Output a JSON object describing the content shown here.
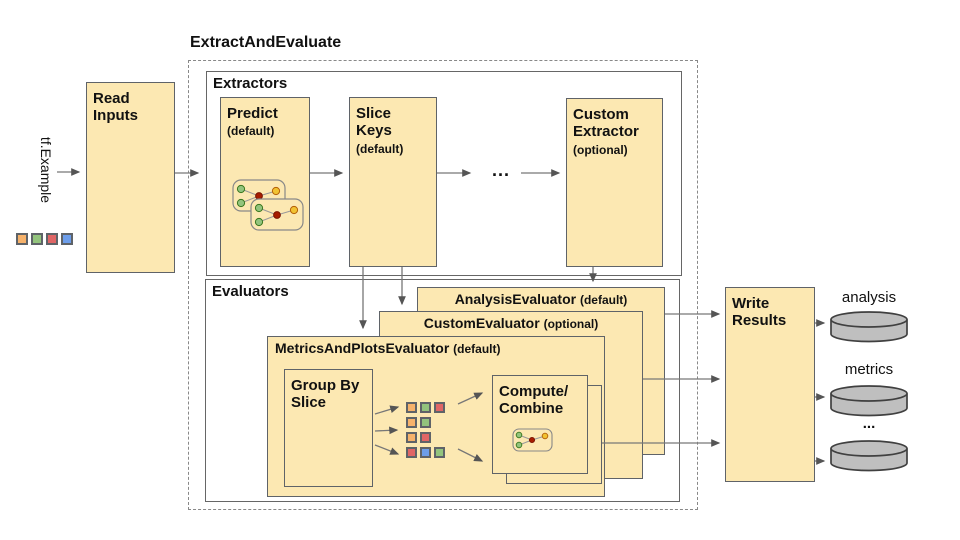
{
  "diagram": {
    "title": "ExtractAndEvaluate",
    "input_label": "tf.Example",
    "read_inputs_label": "Read Inputs",
    "extractors": {
      "section_label": "Extractors",
      "predict_title": "Predict",
      "predict_sub": "(default)",
      "slice_keys_title": "Slice Keys",
      "slice_keys_sub": "(default)",
      "ellipsis": "...",
      "custom_title": "Custom Extractor",
      "custom_sub": "(optional)"
    },
    "evaluators": {
      "section_label": "Evaluators",
      "analysis_title": "AnalysisEvaluator",
      "analysis_sub": "(default)",
      "custom_title": "CustomEvaluator",
      "custom_sub": "(optional)",
      "metrics_title": "MetricsAndPlotsEvaluator",
      "metrics_sub": "(default)",
      "group_by_slice_label": "Group By Slice",
      "compute_line1": "Compute/",
      "compute_line2": "Combine"
    },
    "write_results_label": "Write Results",
    "outputs": {
      "analysis": "analysis",
      "metrics": "metrics",
      "more": "..."
    },
    "colors": {
      "box_fill": "#FCE8B2",
      "box_border": "#5f6368",
      "square_orange": "#F6B26B",
      "square_green": "#93C47D",
      "square_red": "#E06666",
      "square_blue": "#6D9EEB",
      "node_green": "#93C47D",
      "node_red": "#A61C00",
      "node_orange": "#F1C232",
      "cylinder_fill": "#BFBFBF",
      "connector": "#777777"
    }
  }
}
